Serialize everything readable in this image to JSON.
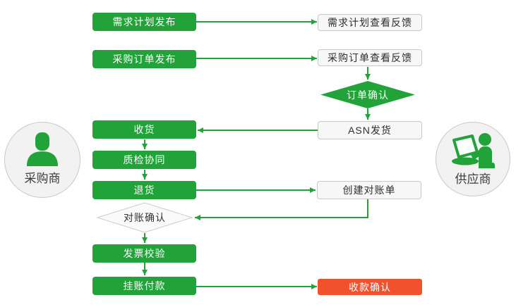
{
  "diagram": {
    "actors": {
      "buyer": {
        "label": "采购商"
      },
      "supplier": {
        "label": "供应商"
      }
    },
    "nodes": {
      "demand_publish": {
        "label": "需求计划发布"
      },
      "demand_feedback": {
        "label": "需求计划查看反馈"
      },
      "po_publish": {
        "label": "采购订单发布"
      },
      "po_feedback": {
        "label": "采购订单查看反馈"
      },
      "order_confirm": {
        "label": "订单确认"
      },
      "asn_ship": {
        "label": "ASN发货"
      },
      "receive": {
        "label": "收货"
      },
      "quality_collab": {
        "label": "质检协同"
      },
      "return_goods": {
        "label": "退货"
      },
      "create_statement": {
        "label": "创建对账单"
      },
      "recon_confirm": {
        "label": "对账确认"
      },
      "invoice_check": {
        "label": "发票校验"
      },
      "book_payment": {
        "label": "挂账付款"
      },
      "receipt_confirm": {
        "label": "收款确认"
      }
    },
    "colors": {
      "flow_green": "#22a33a",
      "alert_red": "#f2512e",
      "plain_box_fill": "#f7f7f7",
      "plain_box_border": "#c8c8c8",
      "gray_diamond_fill": "#fafafa",
      "gray_diamond_border": "#cccccc",
      "dark_text": "#333333",
      "light_text": "#ffffff"
    }
  }
}
